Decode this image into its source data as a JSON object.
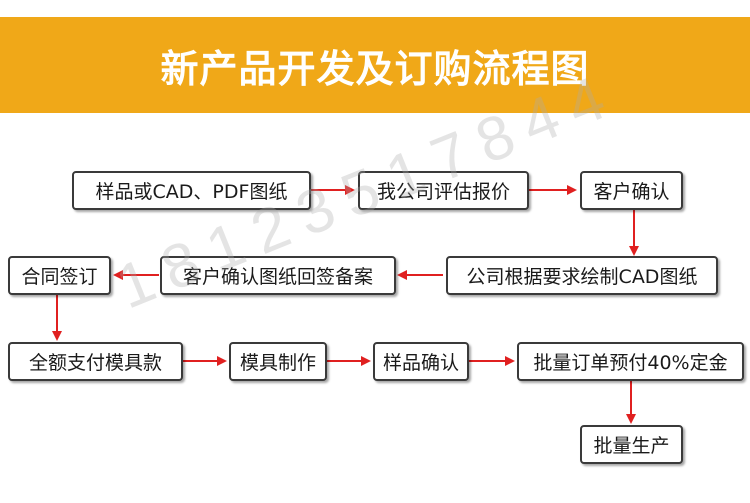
{
  "title": "新产品开发及订购流程图",
  "watermark": "18123517844",
  "colors": {
    "banner": "#f0a818",
    "arrow": "#e02020",
    "box_border": "#3a3a3a"
  },
  "steps": {
    "s1": "样品或CAD、PDF图纸",
    "s2": "我公司评估报价",
    "s3": "客户确认",
    "s4": "公司根据要求绘制CAD图纸",
    "s5": "客户确认图纸回签备案",
    "s6": "合同签订",
    "s7": "全额支付模具款",
    "s8": "模具制作",
    "s9": "样品确认",
    "s10": "批量订单预付40%定金",
    "s11": "批量生产"
  }
}
